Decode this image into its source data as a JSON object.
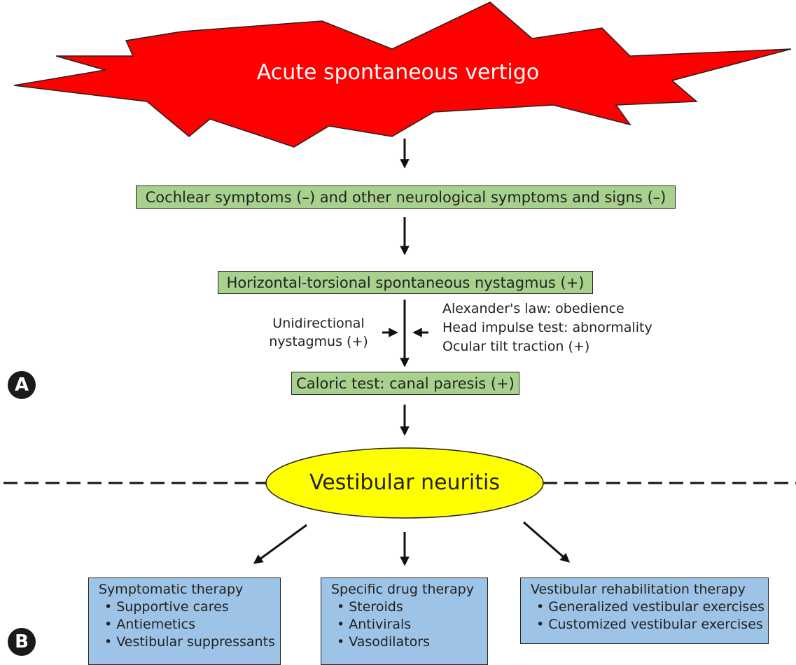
{
  "title": "Acute spontaneous vertigo",
  "steps": {
    "cochlear": "Cochlear symptoms (–) and other neurological symptoms and signs (–)",
    "nystagmus": "Horizontal-torsional spontaneous nystagmus (+)",
    "caloric": "Caloric test: canal paresis (+)"
  },
  "left_note": [
    "Unidirectional",
    "nystagmus (+)"
  ],
  "right_note": [
    "Alexander's law: obedience",
    "Head impulse test: abnormality",
    "Ocular tilt traction (+)"
  ],
  "diagnosis": "Vestibular neuritis",
  "section_labels": {
    "a": "A",
    "b": "B"
  },
  "therapies": [
    {
      "title": "Symptomatic therapy",
      "items": [
        "• Supportive cares",
        "• Antiemetics",
        "• Vestibular suppressants"
      ]
    },
    {
      "title": "Specific drug therapy",
      "items": [
        "• Steroids",
        "• Antivirals",
        "• Vasodilators"
      ]
    },
    {
      "title": "Vestibular rehabilitation therapy",
      "items": [
        "• Generalized vestibular exercises",
        "• Customized vestibular exercises"
      ]
    }
  ],
  "colors": {
    "burst": "#ff0000",
    "step_box": "#a9d18e",
    "diagnosis_ellipse": "#ffff00",
    "therapy_box": "#9dc3e6"
  }
}
